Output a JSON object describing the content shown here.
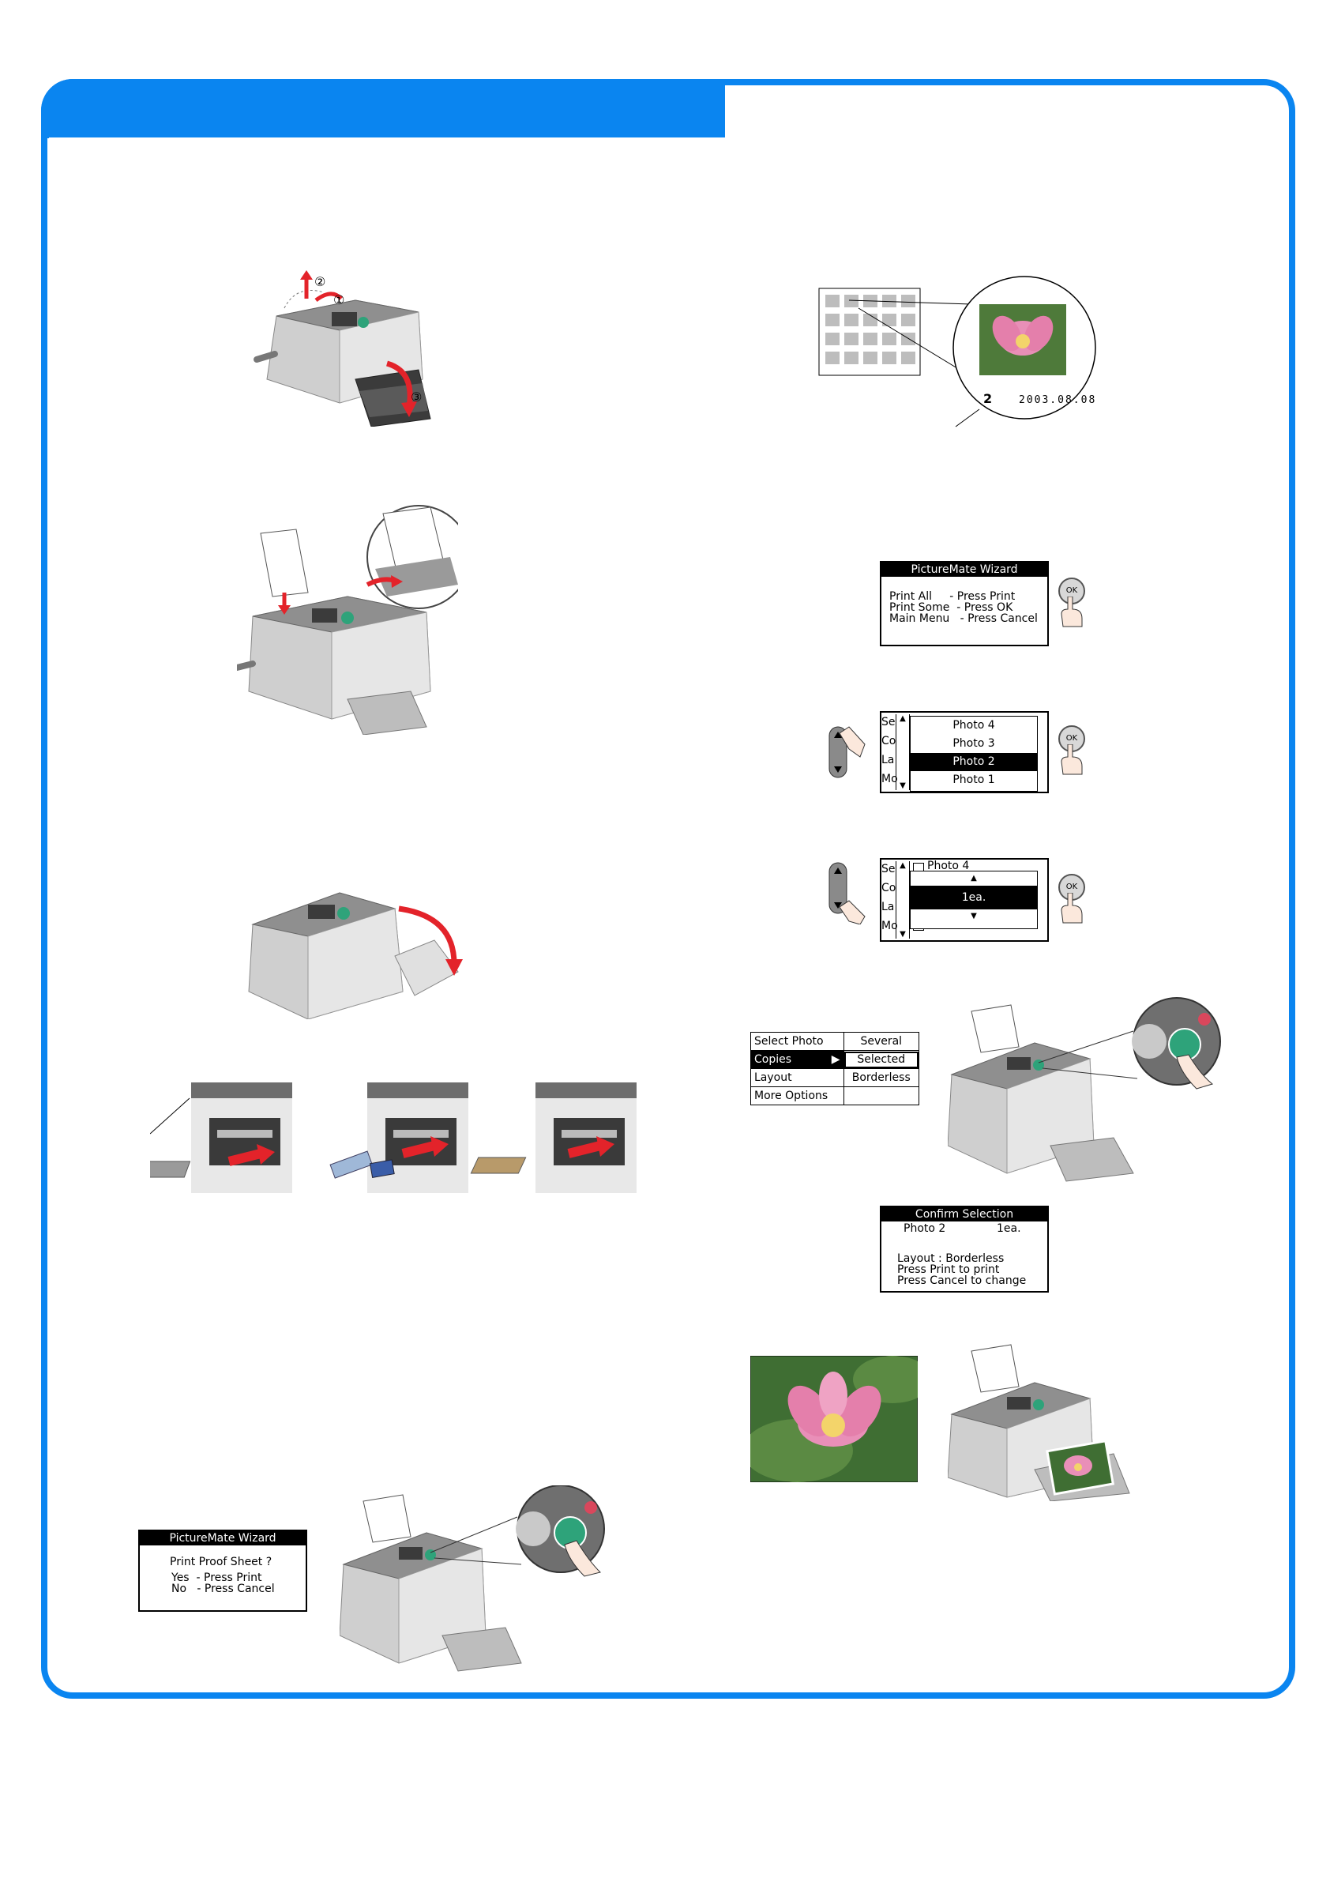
{
  "colors": {
    "frame": "#0a85f0",
    "arrow": "#e3232a",
    "lcd_header": "#000000"
  },
  "step_markers": {
    "one": "①",
    "two": "②",
    "three": "③"
  },
  "proof_sheet_detail": {
    "number": "2",
    "date": "2003.08.08"
  },
  "wizard_screen": {
    "title": "PictureMate Wizard",
    "lines": [
      "Print All     - Press Print",
      "Print Some  - Press OK",
      "Main Menu   - Press Cancel"
    ],
    "ok_label": "OK"
  },
  "photo_list": {
    "items": [
      "Photo 4",
      "Photo 3",
      "Photo 2",
      "Photo 1"
    ],
    "selected_index": 2,
    "side_letters": [
      "Se",
      "Co",
      "La",
      "Mo"
    ]
  },
  "copies_popup": {
    "first_item": "Photo 4",
    "value": "1ea."
  },
  "main_menu": {
    "rows": [
      {
        "label": "Select Photo",
        "value": "Several"
      },
      {
        "label": "Copies",
        "value": "Selected"
      },
      {
        "label": "Layout",
        "value": "Borderless"
      },
      {
        "label": "More Options",
        "value": ""
      }
    ]
  },
  "confirm_screen": {
    "title": "Confirm Selection",
    "photo": "Photo 2",
    "copies": "1ea.",
    "lines": [
      "Layout : Borderless",
      "Press Print to print",
      "Press Cancel to change"
    ]
  },
  "proof_sheet_screen": {
    "title": "PictureMate Wizard",
    "question": "Print Proof Sheet ?",
    "lines": [
      "Yes  - Press Print",
      "No   - Press Cancel"
    ]
  }
}
